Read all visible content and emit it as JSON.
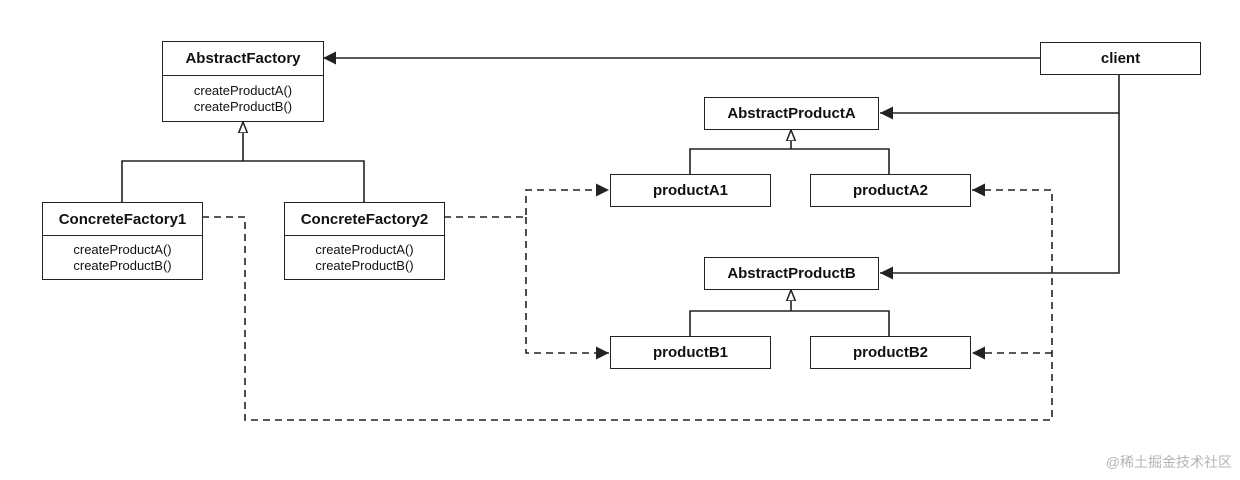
{
  "abstract_factory": {
    "name": "AbstractFactory",
    "methods": [
      "createProductA()",
      "createProductB()"
    ]
  },
  "concrete_factory_1": {
    "name": "ConcreteFactory1",
    "methods": [
      "createProductA()",
      "createProductB()"
    ]
  },
  "concrete_factory_2": {
    "name": "ConcreteFactory2",
    "methods": [
      "createProductA()",
      "createProductB()"
    ]
  },
  "client": {
    "name": "client"
  },
  "abstract_product_a": {
    "name": "AbstractProductA"
  },
  "abstract_product_b": {
    "name": "AbstractProductB"
  },
  "product_a1": {
    "name": "productA1"
  },
  "product_a2": {
    "name": "productA2"
  },
  "product_b1": {
    "name": "productB1"
  },
  "product_b2": {
    "name": "productB2"
  },
  "watermark": "@稀土掘金技术社区",
  "colors": {
    "line": "#222222",
    "background": "#ffffff",
    "watermark": "#b4b4b4"
  }
}
